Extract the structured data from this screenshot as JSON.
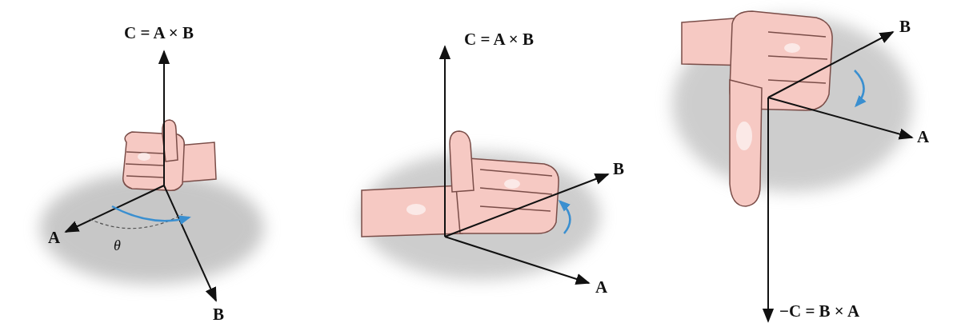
{
  "diagram": {
    "labels": [
      "C = A × B",
      "A",
      "θ",
      "B",
      "C = A × B",
      "B",
      "A",
      "B",
      "A",
      "−C = B × A"
    ]
  }
}
